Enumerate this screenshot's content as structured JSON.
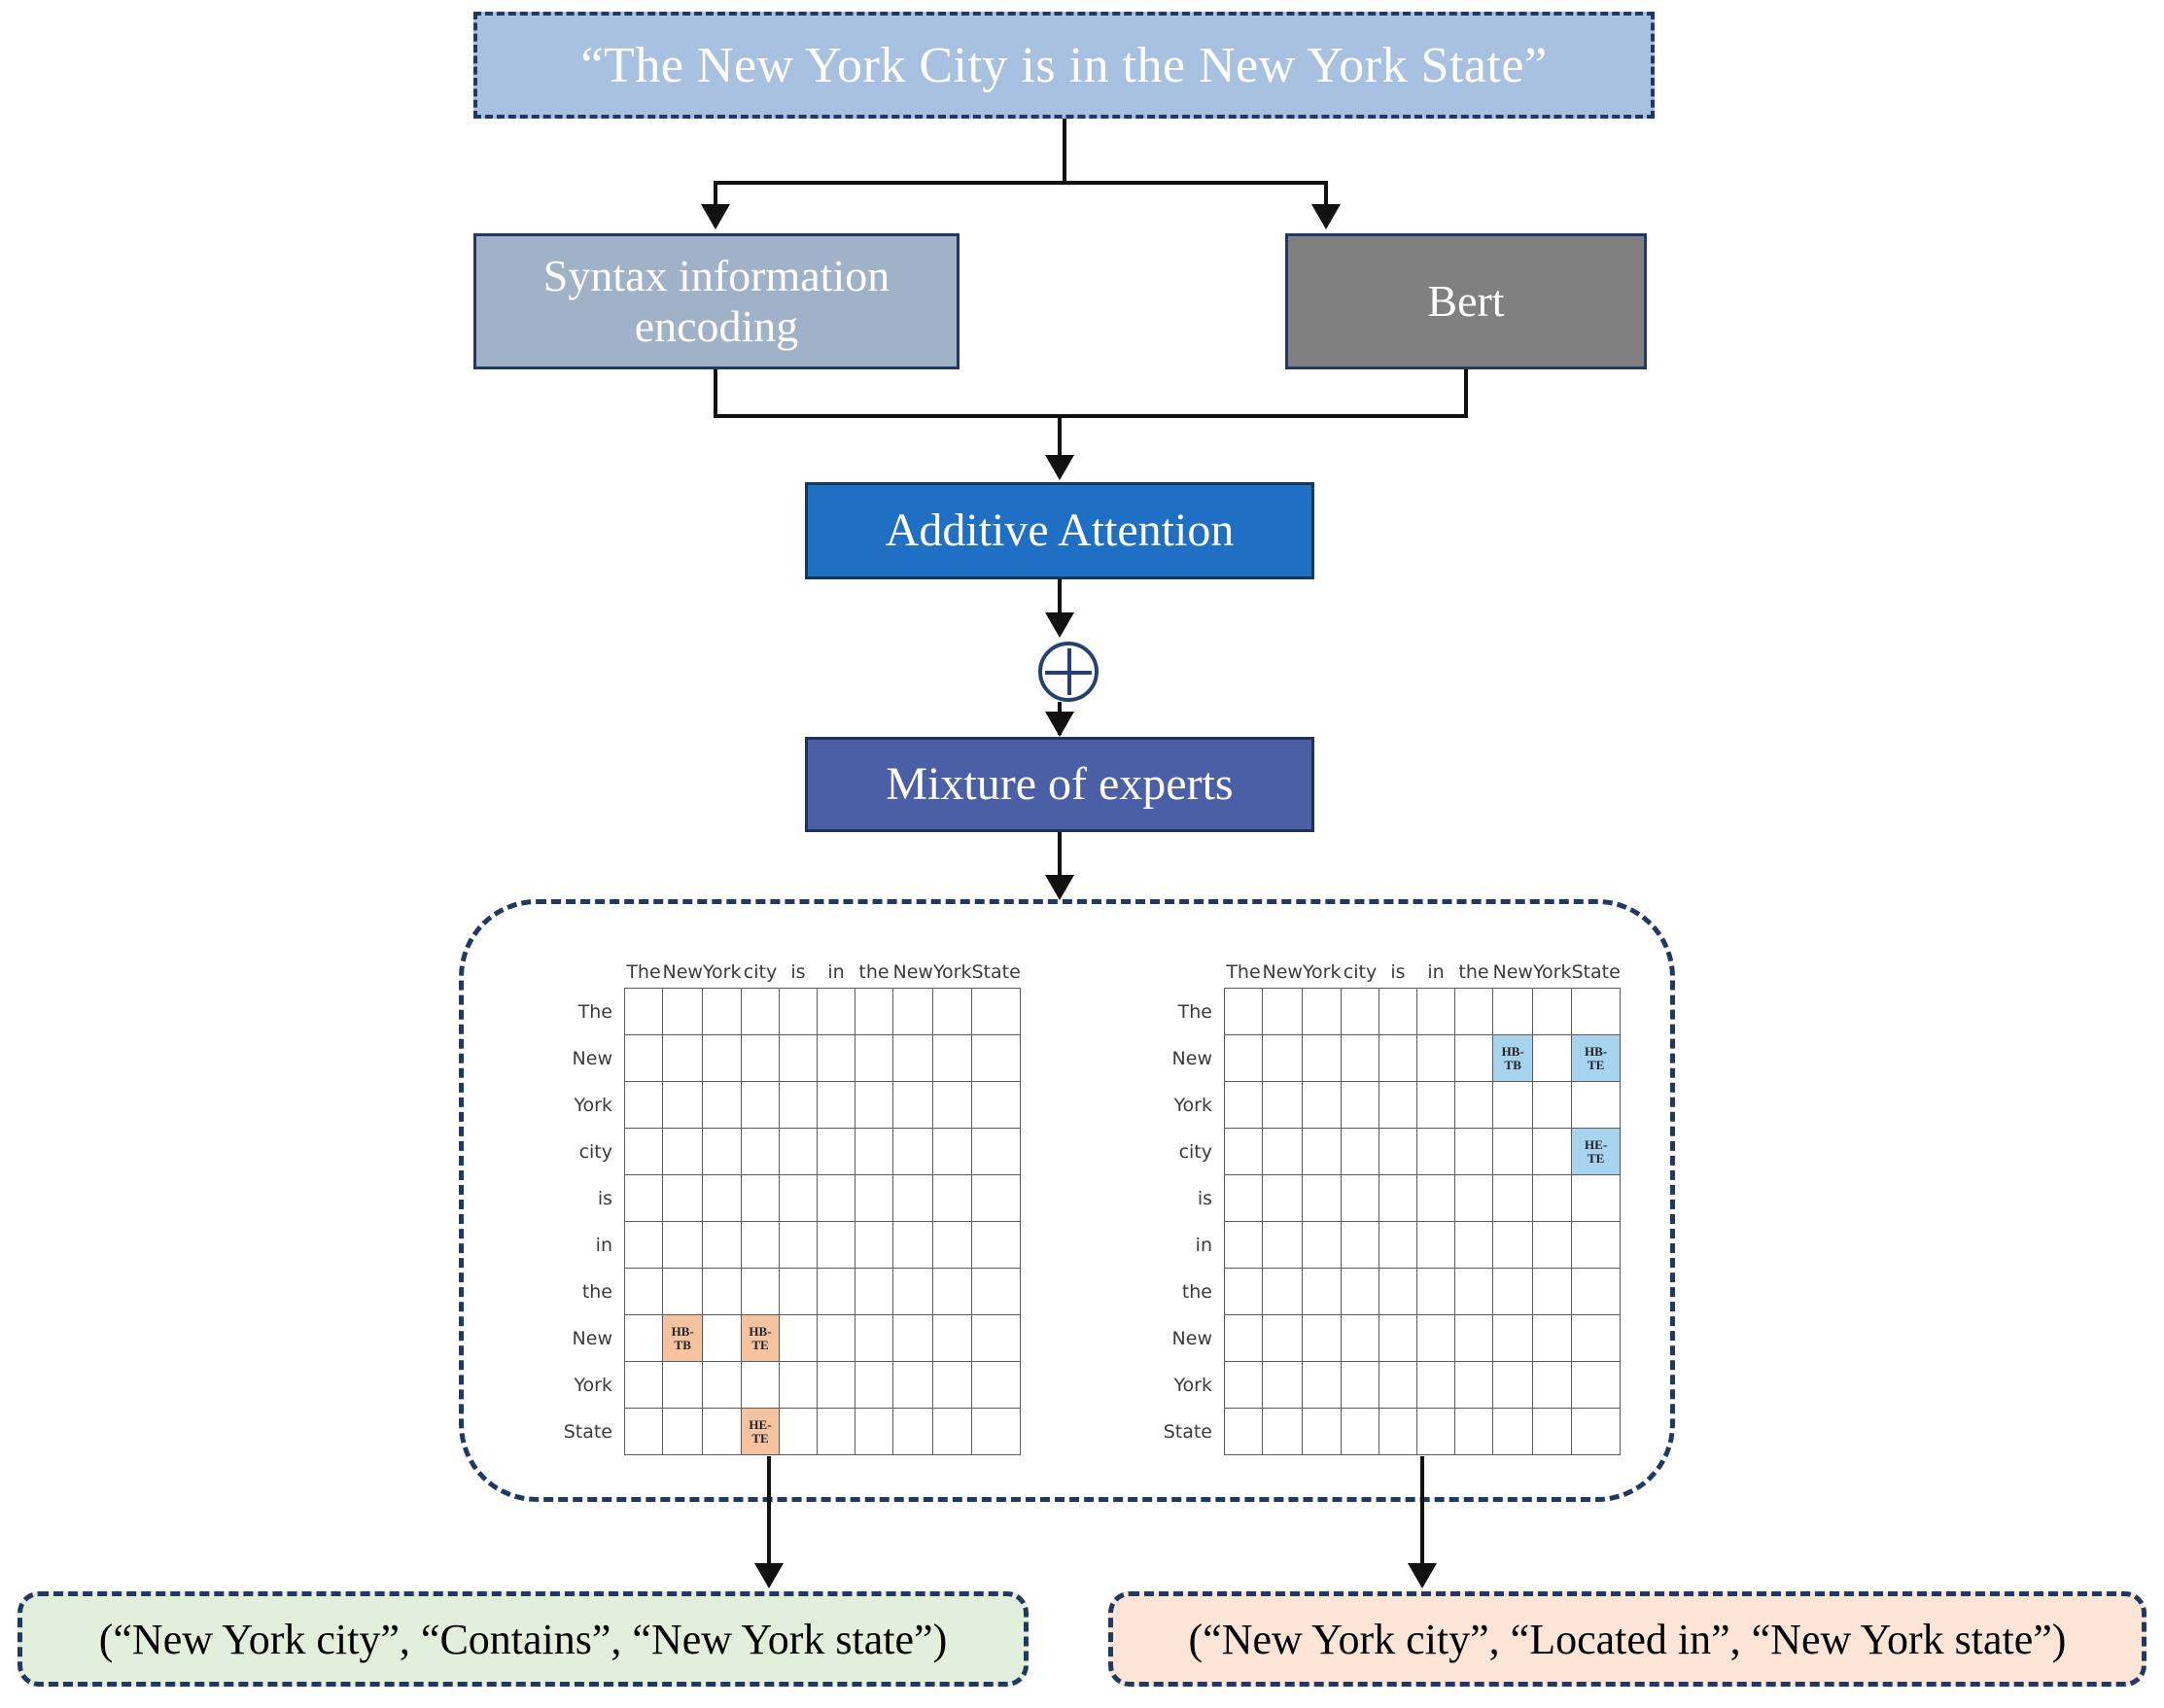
{
  "sentence": {
    "text": "“The New York City is in the New York State”"
  },
  "pipeline": {
    "syntax_label": "Syntax information encoding",
    "bert_label": "Bert",
    "attention_label": "Additive Attention",
    "moe_label": "Mixture of experts",
    "combine_symbol": "⊕"
  },
  "matrices": {
    "columns": [
      "The",
      "New",
      "York",
      "city",
      "is",
      "in",
      "the",
      "New",
      "York",
      "State"
    ],
    "rows": [
      "The",
      "New",
      "York",
      "city",
      "is",
      "in",
      "the",
      "New",
      "York",
      "State"
    ],
    "left": {
      "name": "contains-attention-matrix",
      "highlight_color": "#f6c3a0",
      "marks": [
        {
          "row": 7,
          "col": 1,
          "label_top": "HB-",
          "label_bottom": "TB"
        },
        {
          "row": 7,
          "col": 3,
          "label_top": "HB-",
          "label_bottom": "TE"
        },
        {
          "row": 9,
          "col": 3,
          "label_top": "HE-",
          "label_bottom": "TE"
        }
      ]
    },
    "right": {
      "name": "located-in-attention-matrix",
      "highlight_color": "#a8d3ef",
      "marks": [
        {
          "row": 1,
          "col": 7,
          "label_top": "HB-",
          "label_bottom": "TB"
        },
        {
          "row": 1,
          "col": 9,
          "label_top": "HB-",
          "label_bottom": "TE"
        },
        {
          "row": 3,
          "col": 9,
          "label_top": "HE-",
          "label_bottom": "TE"
        }
      ]
    }
  },
  "results": {
    "left": "(“New York city”, “Contains”, “New York state”)",
    "right": "(“New York city”, “Located in”, “New York state”)"
  },
  "colors": {
    "sentence_fill": "#a9c1e0",
    "syntax_fill": "#a0b2c8",
    "bert_fill": "#808080",
    "attention_fill": "#1f6fc4",
    "moe_fill": "#4a5fa5",
    "dashed_border": "#1f3864",
    "result_left_fill": "#e2efda",
    "result_right_fill": "#fce4d6"
  }
}
